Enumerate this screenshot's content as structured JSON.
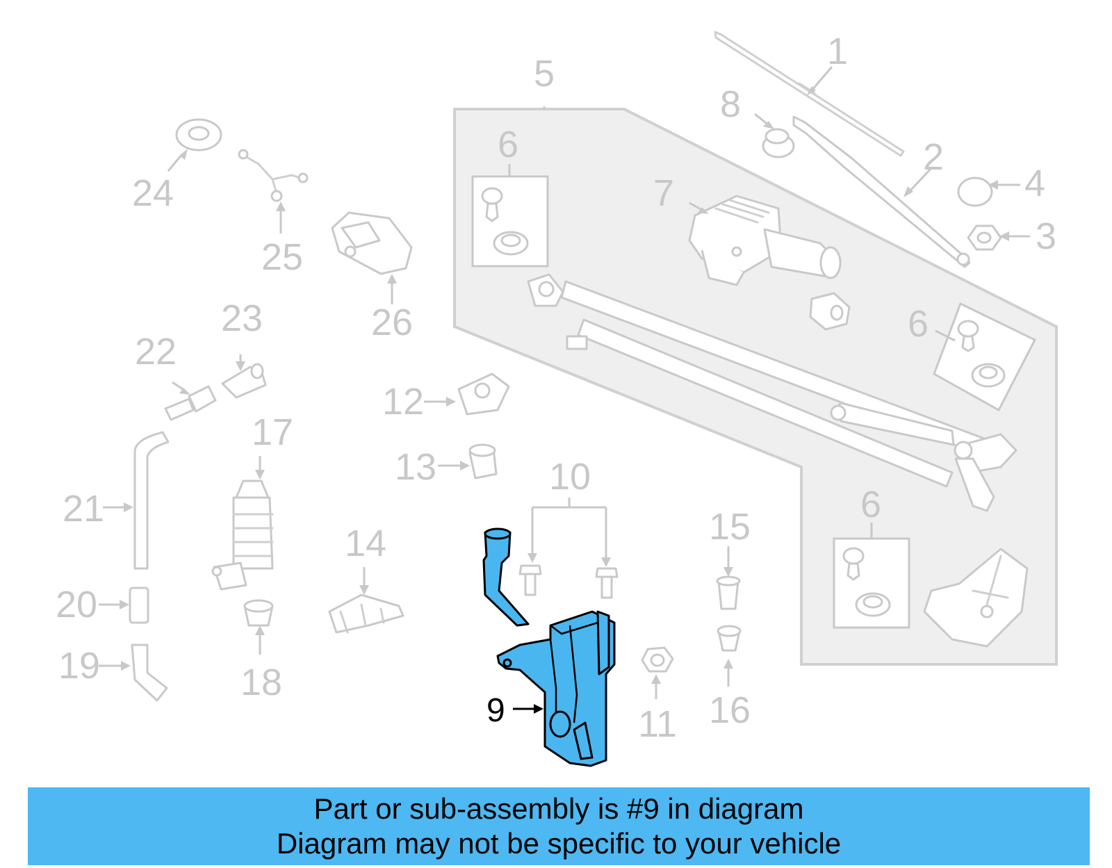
{
  "diagram": {
    "highlight_color": "#4ab6f0",
    "callouts": [
      "1",
      "2",
      "3",
      "4",
      "5",
      "6",
      "6",
      "6",
      "7",
      "8",
      "9",
      "10",
      "11",
      "12",
      "13",
      "14",
      "15",
      "16",
      "17",
      "18",
      "19",
      "20",
      "21",
      "22",
      "23",
      "24",
      "25",
      "26"
    ],
    "highlighted_part": "9"
  },
  "banner": {
    "line1": "Part or sub-assembly is #9 in diagram",
    "line2": "Diagram may not be specific to your vehicle",
    "color": "#4db8f2"
  }
}
